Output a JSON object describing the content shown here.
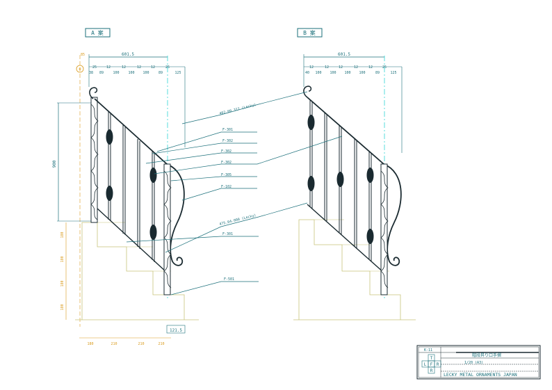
{
  "views": {
    "a": {
      "label": "A 案",
      "dim_top_total": "601.5",
      "dim_offset": "85",
      "dim_row1": [
        "25",
        "12",
        "12",
        "12",
        "12",
        "25"
      ],
      "dim_row2": [
        "38",
        "89",
        "100",
        "100",
        "100",
        "89",
        "125"
      ],
      "height_dim": "900",
      "bottom_dim": "121.5",
      "step_dims": [
        "180",
        "210",
        "210",
        "210"
      ],
      "rise_dims": [
        "180",
        "180",
        "180",
        "180"
      ],
      "circle_mark": "⑥"
    },
    "b": {
      "label": "B 案",
      "dim_top_total": "601.5",
      "dim_row1": [
        "12",
        "12",
        "12",
        "12",
        "12",
        "25"
      ],
      "dim_row2": [
        "40",
        "100",
        "100",
        "100",
        "100",
        "89",
        "125"
      ]
    }
  },
  "callouts": {
    "rail_top": "402.00 312 (Lecky)",
    "f301a": "F-301",
    "f302a": "F-302",
    "f302b": "F-302",
    "f302c": "F-302",
    "f305": "F-305",
    "f102": "F-102",
    "rail_bottom": "475.04.000 (Lecky)",
    "f301b": "F-301",
    "f501": "F-501"
  },
  "title_block": {
    "no": "K-11",
    "title": "階段昇り口手摺",
    "scale": "1/20 (A3)",
    "logo_letters": [
      "T",
      "L",
      "F",
      "R",
      "R"
    ],
    "company": "LECKY METAL ORNAMENTS JAPAN"
  },
  "colors": {
    "line": "#1a2a30",
    "dimension": "#1a6f7a",
    "stairs": "#c8c47a",
    "orange": "#d99a1a",
    "center": "#2fd6d6"
  }
}
